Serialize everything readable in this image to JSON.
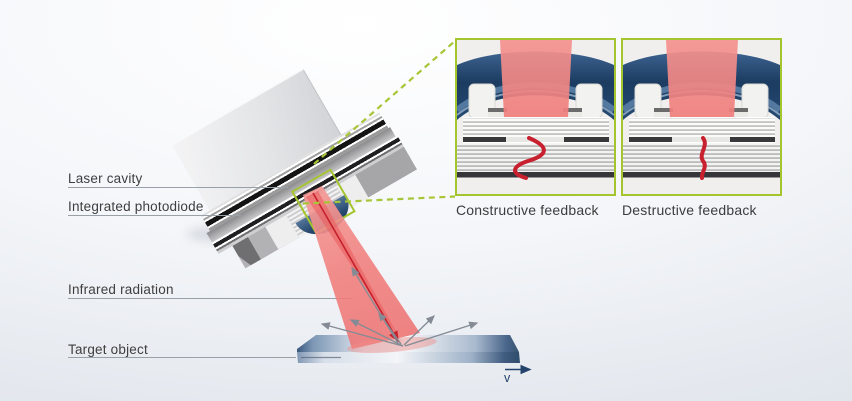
{
  "labels": {
    "laser_cavity": "Laser cavity",
    "integrated_photodiode": "Integrated photodiode",
    "infrared_radiation": "Infrared radiation",
    "target_object": "Target object",
    "velocity": "v"
  },
  "insets": {
    "panels": [
      {
        "caption": "Constructive feedback",
        "wave": "strong"
      },
      {
        "caption": "Destructive feedback",
        "wave": "weak"
      }
    ]
  },
  "colors": {
    "accent_green": "#a5c52e",
    "beam_pink": "#f0827f",
    "beam_core_red": "#cf1f2e",
    "navy_lens": "#1d3e63",
    "slab_steel_blue": "#3c5a7e",
    "label_text": "#3e3e3e",
    "line_gray": "#9aa0a8"
  }
}
